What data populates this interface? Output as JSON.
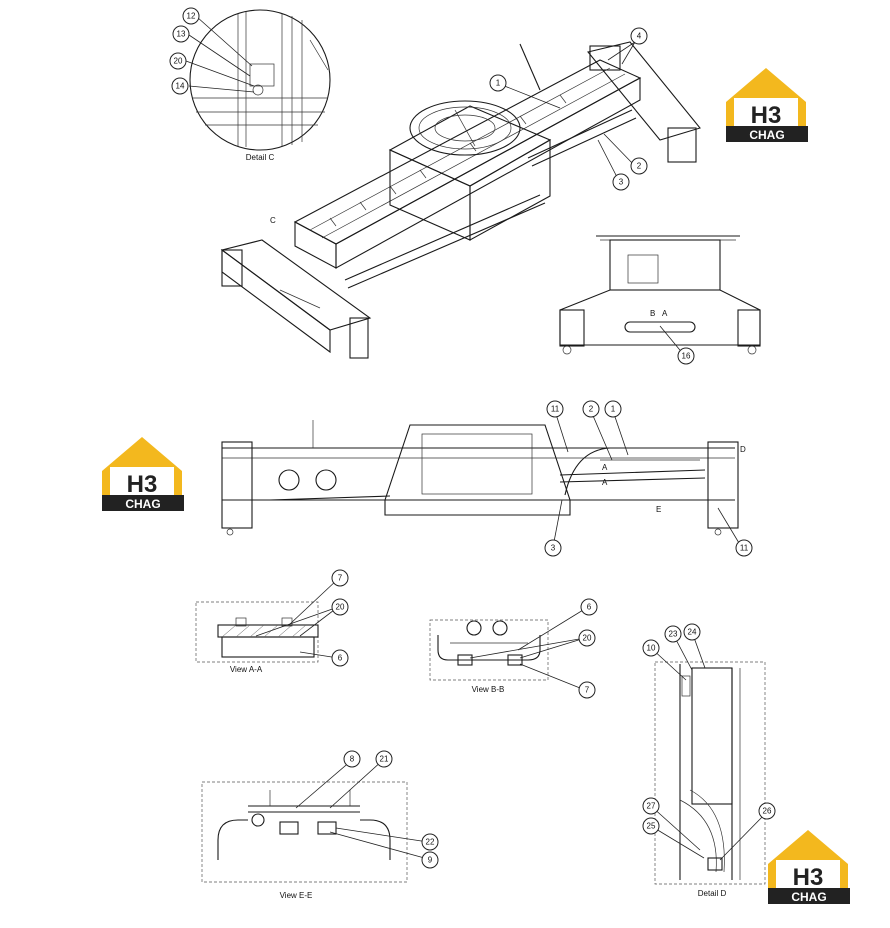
{
  "colors": {
    "line": "#1a1a1a",
    "logo_yellow": "#F3B81E",
    "logo_dark": "#222222"
  },
  "logo": {
    "emblem": "H3",
    "word": "CHAG"
  },
  "details": {
    "detail_c": "Detail C",
    "detail_d": "Detail D",
    "view_aa": "View A-A",
    "view_bb": "View B-B",
    "view_ee": "View E-E"
  },
  "letters": {
    "c": "C",
    "a": "A",
    "b": "B",
    "d": "D",
    "e": "E"
  },
  "callouts": {
    "c12": "12",
    "c13": "13",
    "c20": "20",
    "c14": "14",
    "c4": "4",
    "c1": "1",
    "c2": "2",
    "c3": "3",
    "c16": "16",
    "s11": "11",
    "s2": "2",
    "s1": "1",
    "s3": "3",
    "s11b": "11",
    "a7": "7",
    "a20": "20",
    "a6": "6",
    "b6": "6",
    "b20": "20",
    "b7": "7",
    "d10": "10",
    "d23": "23",
    "d24": "24",
    "d27": "27",
    "d25": "25",
    "d26": "26",
    "e8": "8",
    "e21": "21",
    "e22": "22",
    "e9": "9"
  }
}
